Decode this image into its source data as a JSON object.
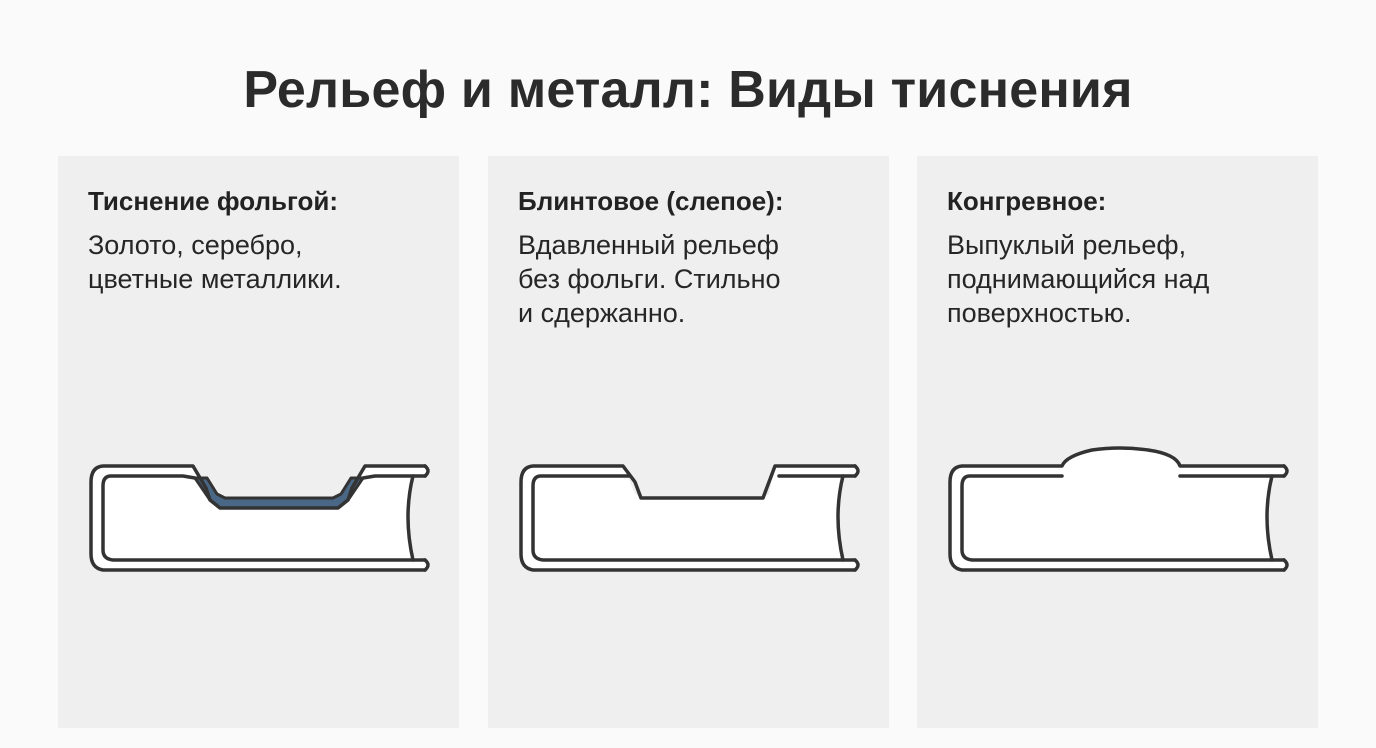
{
  "title": "Рельеф и металл: Виды тиснения",
  "colors": {
    "background": "#fafafa",
    "panel": "#efefef",
    "outline": "#333333",
    "foil": "#4a6785"
  },
  "panels": [
    {
      "heading": "Тиснение фольгой:",
      "text": "Золото, серебро,\nцветные металлики.",
      "illustration": "foil-stamping-profile"
    },
    {
      "heading": "Блинтовое (слепое):",
      "text": "Вдавленный рельеф\nбез фольги. Стильно\nи сдержанно.",
      "illustration": "blind-embossing-profile"
    },
    {
      "heading": "Конгревное:",
      "text": "Выпуклый рельеф,\nподнимающийся над\nповерхностью.",
      "illustration": "raised-embossing-profile"
    }
  ]
}
